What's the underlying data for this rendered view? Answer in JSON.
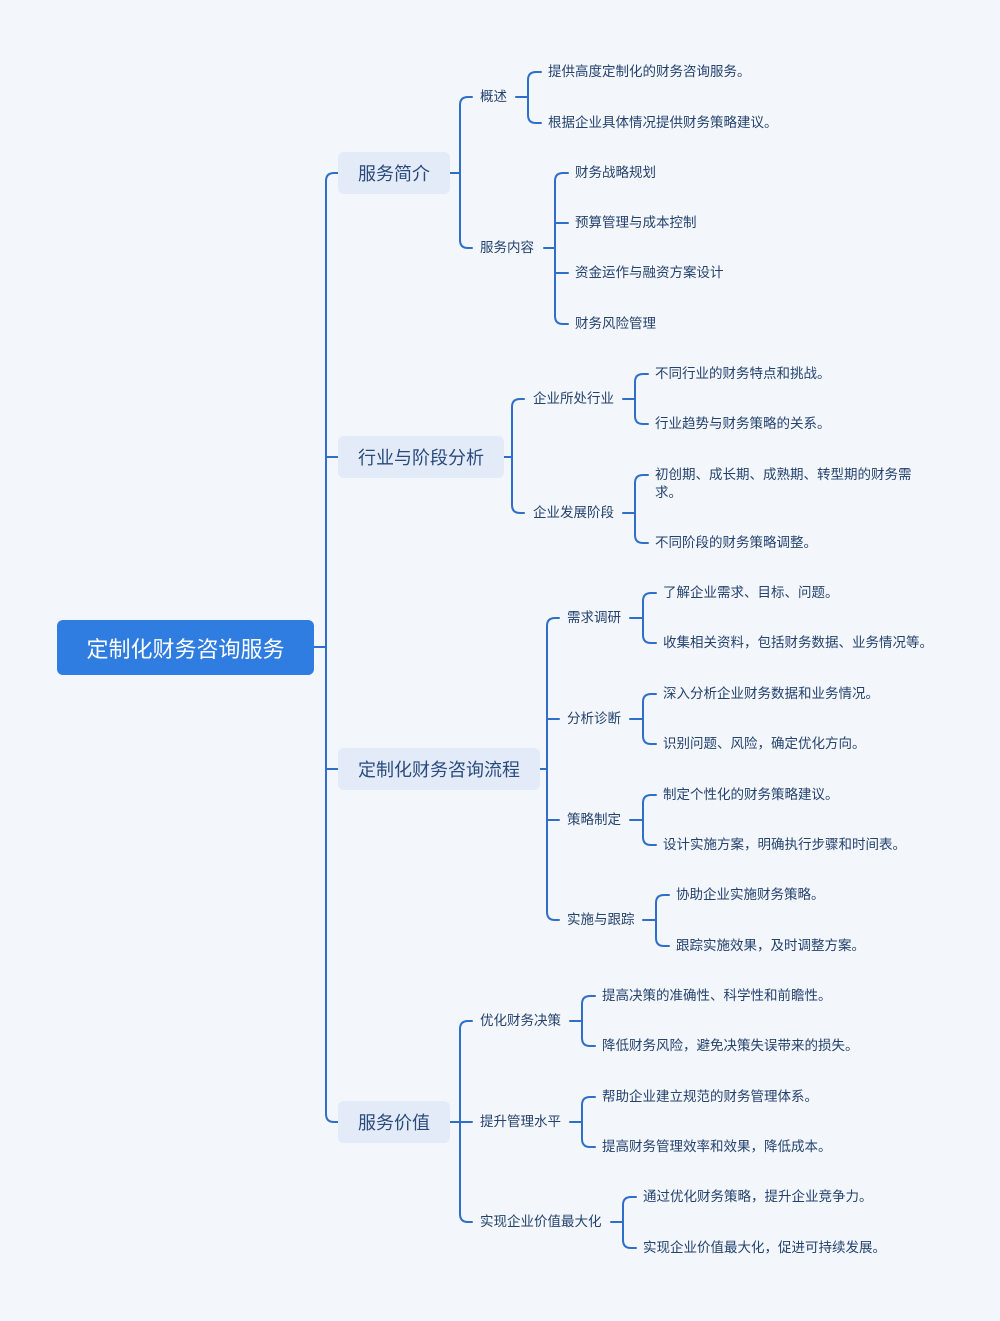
{
  "root": {
    "label": "定制化财务咨询服务"
  },
  "branches": [
    {
      "label": "服务简介",
      "children": [
        {
          "label": "概述",
          "children": [
            "提供高度定制化的财务咨询服务。",
            "根据企业具体情况提供财务策略建议。"
          ]
        },
        {
          "label": "服务内容",
          "children": [
            "财务战略规划",
            "预算管理与成本控制",
            "资金运作与融资方案设计",
            "财务风险管理"
          ]
        }
      ]
    },
    {
      "label": "行业与阶段分析",
      "children": [
        {
          "label": "企业所处行业",
          "children": [
            "不同行业的财务特点和挑战。",
            "行业趋势与财务策略的关系。"
          ]
        },
        {
          "label": "企业发展阶段",
          "children": [
            "初创期、成长期、成熟期、转型期的财务需求。",
            "不同阶段的财务策略调整。"
          ]
        }
      ]
    },
    {
      "label": "定制化财务咨询流程",
      "children": [
        {
          "label": "需求调研",
          "children": [
            "了解企业需求、目标、问题。",
            "收集相关资料，包括财务数据、业务情况等。"
          ]
        },
        {
          "label": "分析诊断",
          "children": [
            "深入分析企业财务数据和业务情况。",
            "识别问题、风险，确定优化方向。"
          ]
        },
        {
          "label": "策略制定",
          "children": [
            "制定个性化的财务策略建议。",
            "设计实施方案，明确执行步骤和时间表。"
          ]
        },
        {
          "label": "实施与跟踪",
          "children": [
            "协助企业实施财务策略。",
            "跟踪实施效果，及时调整方案。"
          ]
        }
      ]
    },
    {
      "label": "服务价值",
      "children": [
        {
          "label": "优化财务决策",
          "children": [
            "提高决策的准确性、科学性和前瞻性。",
            "降低财务风险，避免决策失误带来的损失。"
          ]
        },
        {
          "label": "提升管理水平",
          "children": [
            "帮助企业建立规范的财务管理体系。",
            "提高财务管理效率和效果，降低成本。"
          ]
        },
        {
          "label": "实现企业价值最大化",
          "children": [
            "通过优化财务策略，提升企业竞争力。",
            "实现企业价值最大化，促进可持续发展。"
          ]
        }
      ]
    }
  ],
  "colors": {
    "root_fill": "#2f7de1",
    "branch_fill": "#e3ebf8",
    "connector": "#2f6fca",
    "background": "#f3f6fb"
  }
}
